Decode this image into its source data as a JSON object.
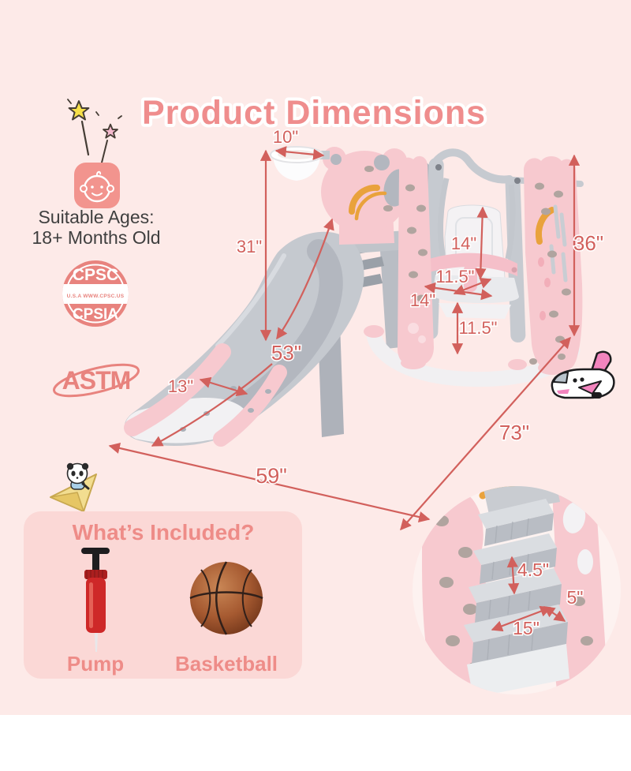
{
  "title": "Product Dimensions",
  "age_note": {
    "line1": "Suitable Ages:",
    "line2": "18+ Months Old"
  },
  "certifications": {
    "cpsc_top": "CPSC",
    "cpsc_middle": "U.S.A  WWW.CPSC.US",
    "cpsc_bottom": "CPSIA",
    "astm": "ASTM"
  },
  "dimensions": {
    "hoop_width": "10\"",
    "slide_height": "31\"",
    "slide_length": "53\"",
    "slide_width": "13\"",
    "base_front_width": "59\"",
    "base_side_depth": "73\"",
    "overall_height": "36\"",
    "seat_back_height": "14\"",
    "seat_depth": "11.5\"",
    "seat_width": "14\"",
    "seat_height_from_ground": "11.5\"",
    "step_height": "4.5\"",
    "step_depth": "5\"",
    "step_width": "15\""
  },
  "whats_included": {
    "title": "What’s Included?",
    "items": [
      {
        "label": "Pump"
      },
      {
        "label": "Basketball"
      }
    ]
  },
  "colors": {
    "background": "#fdeae8",
    "title_salmon": "#ef8d8d",
    "dimension_red": "#d2605c",
    "product_pink": "#f7c9cf",
    "product_gray": "#c5c9cf",
    "badge_salmon": "#e8837e",
    "included_panel_pink": "#fbd8d6",
    "orange_accent": "#e9a23c",
    "text_dark": "#3f3f3f"
  }
}
